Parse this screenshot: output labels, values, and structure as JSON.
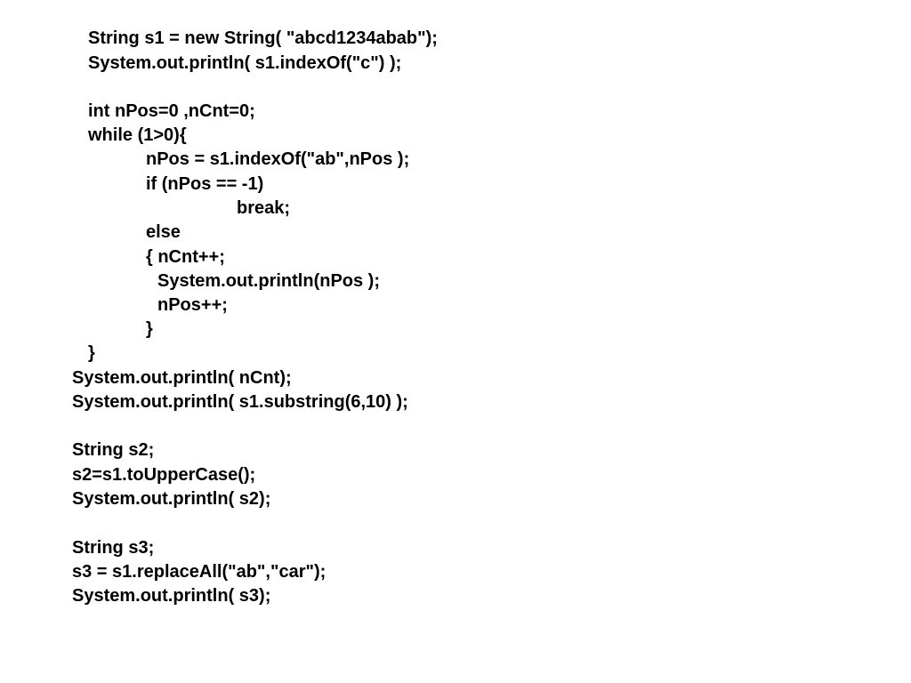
{
  "code": {
    "lines": [
      "String s1 = new String( \"abcd1234abab\");",
      "System.out.println( s1.indexOf(\"c\") );",
      "int nPos=0 ,nCnt=0;",
      "while (1>0){",
      "nPos = s1.indexOf(\"ab\",nPos );",
      "if (nPos == -1)",
      "break;",
      "else",
      "{ nCnt++;",
      "System.out.println(nPos );",
      "nPos++;",
      "}",
      "}",
      "System.out.println( nCnt);",
      "System.out.println( s1.substring(6,10) );",
      "String s2;",
      "s2=s1.toUpperCase();",
      "System.out.println( s2);",
      "String s3;",
      "s3 = s1.replaceAll(\"ab\",\"car\");",
      "System.out.println( s3);"
    ]
  }
}
